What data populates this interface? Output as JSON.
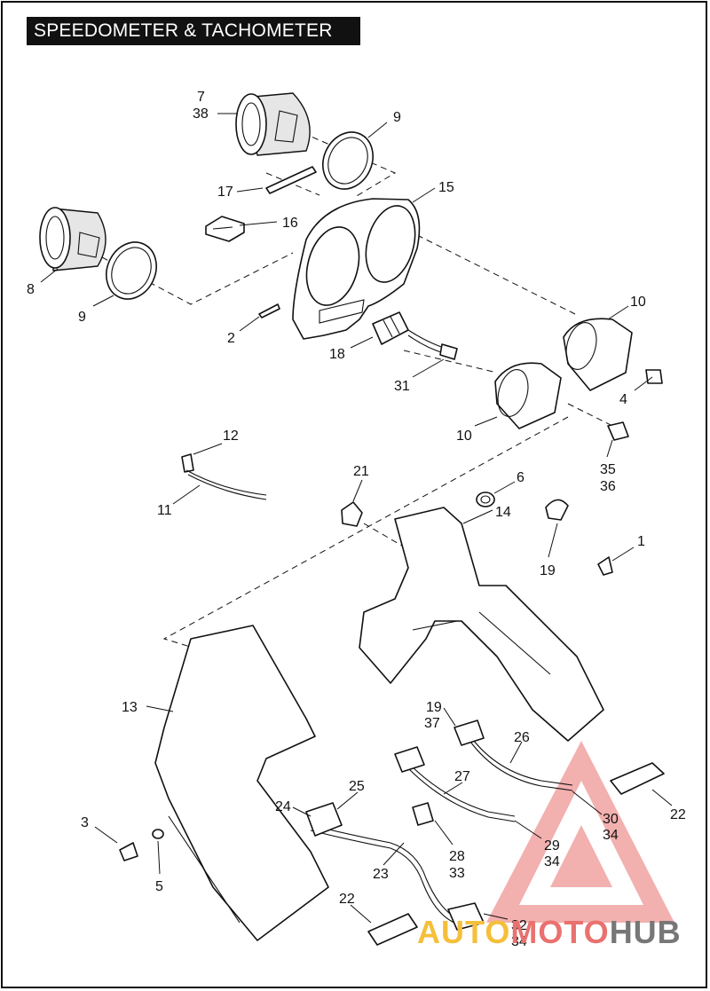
{
  "title": "SPEEDOMETER & TACHOMETER",
  "watermark": {
    "part1": "AUTO",
    "part2": "MOTO",
    "part3": "HUB",
    "color_part1": "#f5bf3a",
    "color_part2": "#e9716f",
    "color_part3": "#777777"
  },
  "callouts": {
    "c7": "7",
    "c38": "38",
    "c9a": "9",
    "c17": "17",
    "c15": "15",
    "c16": "16",
    "c8": "8",
    "c9b": "9",
    "c2": "2",
    "c18": "18",
    "c10a": "10",
    "c4": "4",
    "c31": "31",
    "c10b": "10",
    "c35": "35",
    "c36": "36",
    "c12": "12",
    "c11": "11",
    "c21": "21",
    "c6": "6",
    "c14": "14",
    "c19a": "19",
    "c1": "1",
    "c13": "13",
    "c19b": "19",
    "c37": "37",
    "c26": "26",
    "c27": "27",
    "c25": "25",
    "c24": "24",
    "c30": "30",
    "c34a": "34",
    "c22a": "22",
    "c3": "3",
    "c5": "5",
    "c23": "23",
    "c28": "28",
    "c33": "33",
    "c29": "29",
    "c34b": "34",
    "c22b": "22",
    "c32": "32",
    "c34c": "34"
  }
}
